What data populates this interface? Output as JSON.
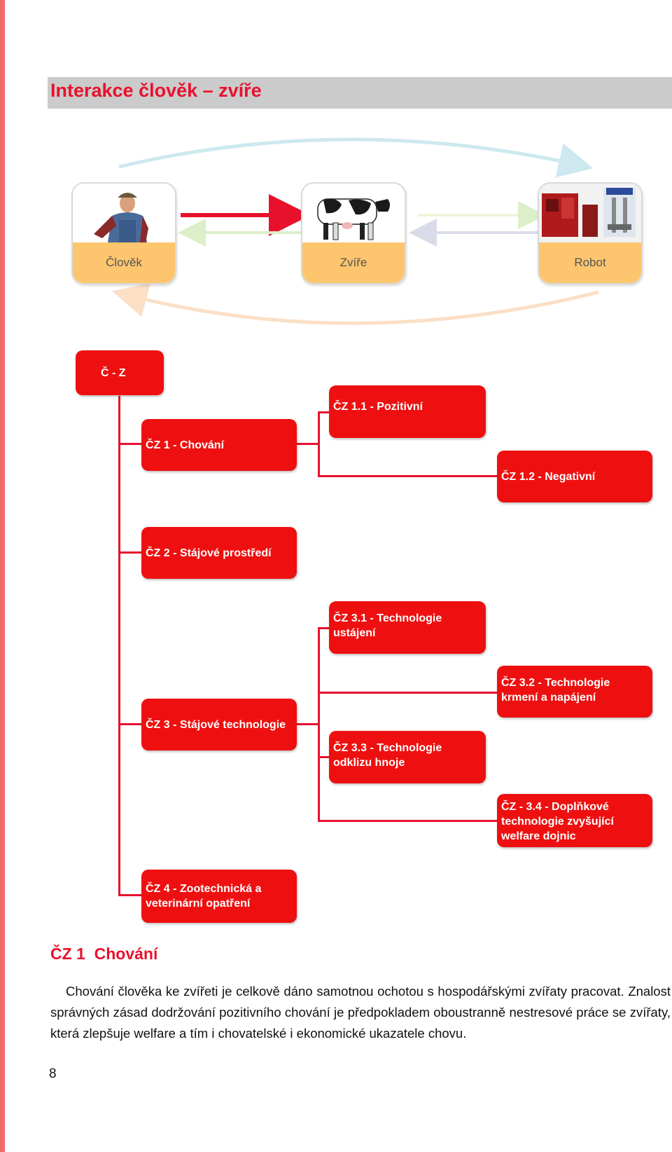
{
  "section": {
    "title": "Interakce člověk – zvíře"
  },
  "diagram": {
    "nodes": [
      {
        "label": "Člověk",
        "icon": "farmer-image"
      },
      {
        "label": "Zvíře",
        "icon": "cow-image"
      },
      {
        "label": "Robot",
        "icon": "milking-robot-image"
      }
    ]
  },
  "tree": {
    "root": "Č - Z",
    "cz1": "ČZ 1 - Chování",
    "cz1_1": "ČZ 1.1 - Pozitivní",
    "cz1_2": "ČZ 1.2 - Negativní",
    "cz2": "ČZ 2 - Stájové prostředí",
    "cz3": "ČZ 3 - Stájové technologie",
    "cz3_1": "ČZ 3.1 - Technologie ustájení",
    "cz3_2": "ČZ 3.2 - Technologie krmení a napájení",
    "cz3_3": "ČZ 3.3 - Technologie odklizu hnoje",
    "cz3_4": "ČZ - 3.4 - Doplňkové technologie zvyšující welfare dojnic",
    "cz4": "ČZ 4 - Zootechnická a veterinární opatření"
  },
  "text": {
    "heading": "ČZ 1  Chování",
    "paragraph": "Chování člověka ke zvířeti je celkově dáno samotnou ochotou s hospodářskými zvířaty pracovat. Znalost správných zásad dodržování pozitivního chování je předpokladem oboustranně nestresové práce se zvířaty, která zlepšuje welfare a tím i chovatelské i ekonomické ukazatele chovu.",
    "page_number": "8"
  },
  "colors": {
    "accent": "#e8112d",
    "box": "#ee1010",
    "caption": "#fdc56e",
    "left_bar": "#f26b6b"
  }
}
